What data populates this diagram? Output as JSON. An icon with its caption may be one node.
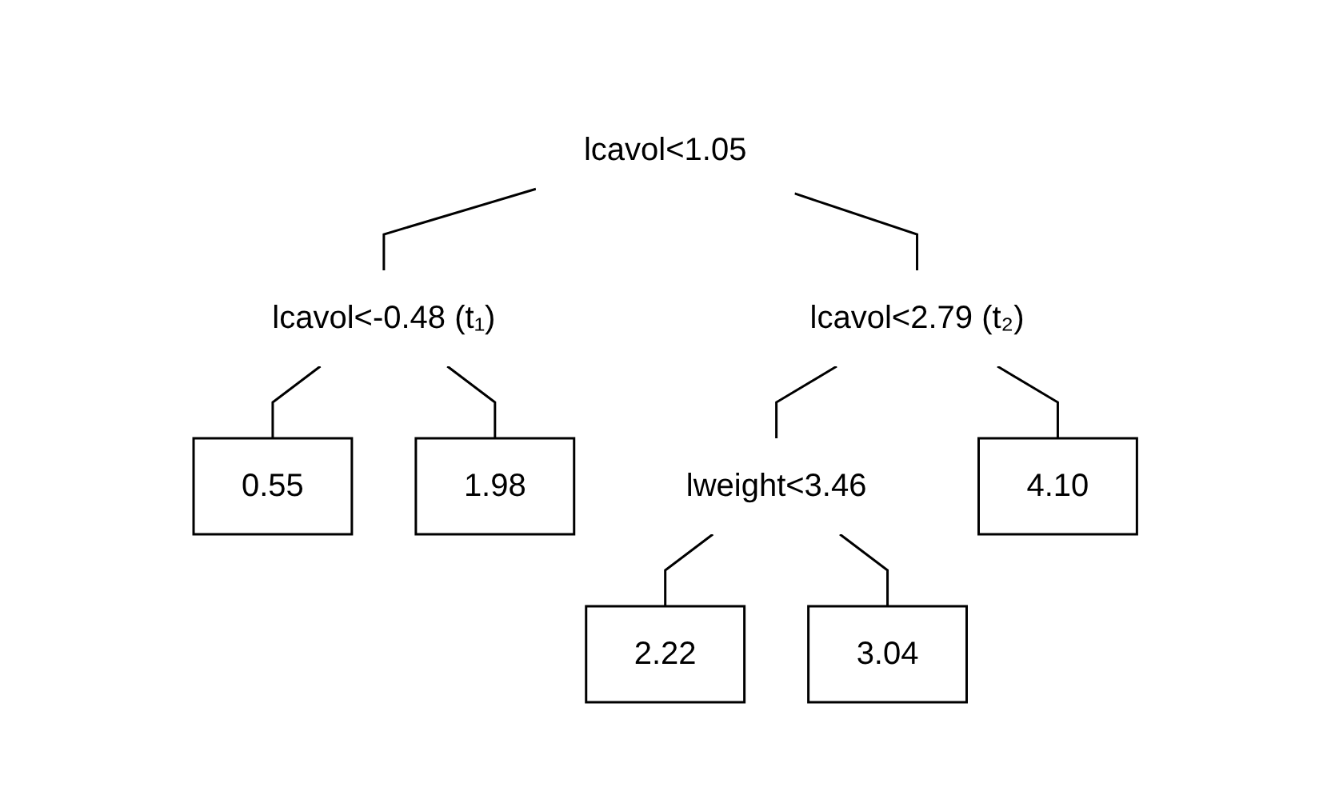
{
  "diagram": {
    "nodes": [
      {
        "text": [
          "lcavol<1.05"
        ]
      },
      {
        "text": [
          "lcavol<-0.48 (t₁)"
        ]
      },
      {
        "text": [
          "0.55"
        ]
      },
      {
        "text": [
          "1.98"
        ]
      },
      {
        "text": [
          "lcavol<2.79 (t₂)"
        ]
      },
      {
        "text": [
          "lweight<3.46"
        ]
      },
      {
        "text": [
          "2.22"
        ]
      },
      {
        "text": [
          "3.04"
        ]
      },
      {
        "text": [
          "4.10"
        ]
      }
    ],
    "edges": [
      {
        "from": 0,
        "to": 1,
        "arrow": "none"
      },
      {
        "from": 0,
        "to": 4,
        "arrow": "none"
      },
      {
        "from": 1,
        "to": 2,
        "arrow": "none"
      },
      {
        "from": 1,
        "to": 3,
        "arrow": "none"
      },
      {
        "from": 4,
        "to": 5,
        "arrow": "none"
      },
      {
        "from": 4,
        "to": 8,
        "arrow": "none"
      },
      {
        "from": 5,
        "to": 6,
        "arrow": "none"
      },
      {
        "from": 5,
        "to": 7,
        "arrow": "none"
      }
    ]
  }
}
